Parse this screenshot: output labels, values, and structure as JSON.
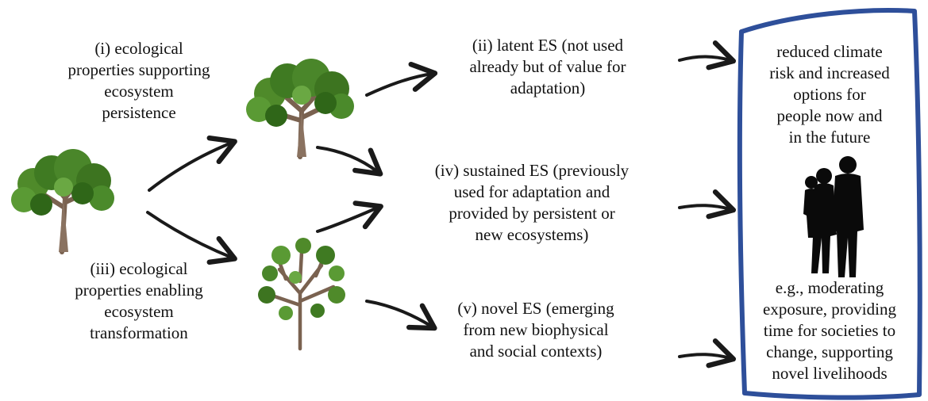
{
  "labels": {
    "i": "(i) ecological\nproperties supporting\necosystem\npersistence",
    "iii": "(iii) ecological\nproperties enabling\necosystem\ntransformation",
    "ii": "(ii) latent ES (not used\nalready but of value for\nadaptation)",
    "iv": "(iv) sustained ES (previously\nused for adaptation and\nprovided by persistent or\nnew ecosystems)",
    "v": "(v) novel ES (emerging\nfrom new biophysical\nand social contexts)"
  },
  "outcome_box": {
    "top_text": "reduced climate\nrisk and increased\noptions for\npeople now and\nin the future",
    "bottom_text": "e.g., moderating\nexposure, providing\ntime for societies to\nchange, supporting\nnovel livelihoods",
    "border_color": "#2e4f9a"
  },
  "icons": [
    "tree-icon",
    "people-silhouette-icon",
    "arrow-icon"
  ]
}
